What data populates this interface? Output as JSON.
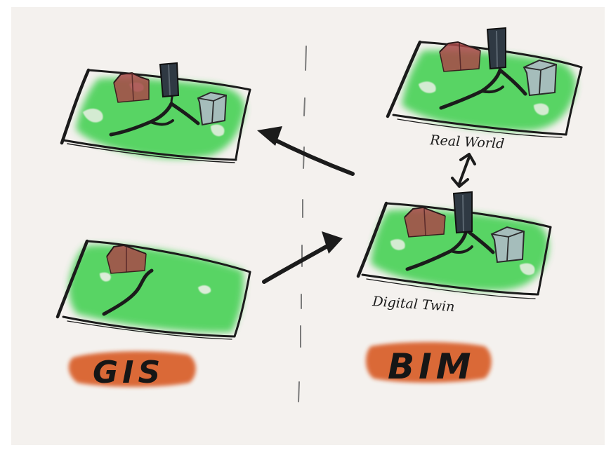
{
  "labels": {
    "real_world": "Real World",
    "digital_twin": "Digital Twin",
    "gis": "GIS",
    "bim": "BIM"
  },
  "colors": {
    "paper": "#f4f1ee",
    "grass": "#3ecf4e",
    "ink": "#1b1b1b",
    "house": "#a84848",
    "tower": "#2f3943",
    "building": "#aebac4",
    "badge": "#d9622d"
  }
}
